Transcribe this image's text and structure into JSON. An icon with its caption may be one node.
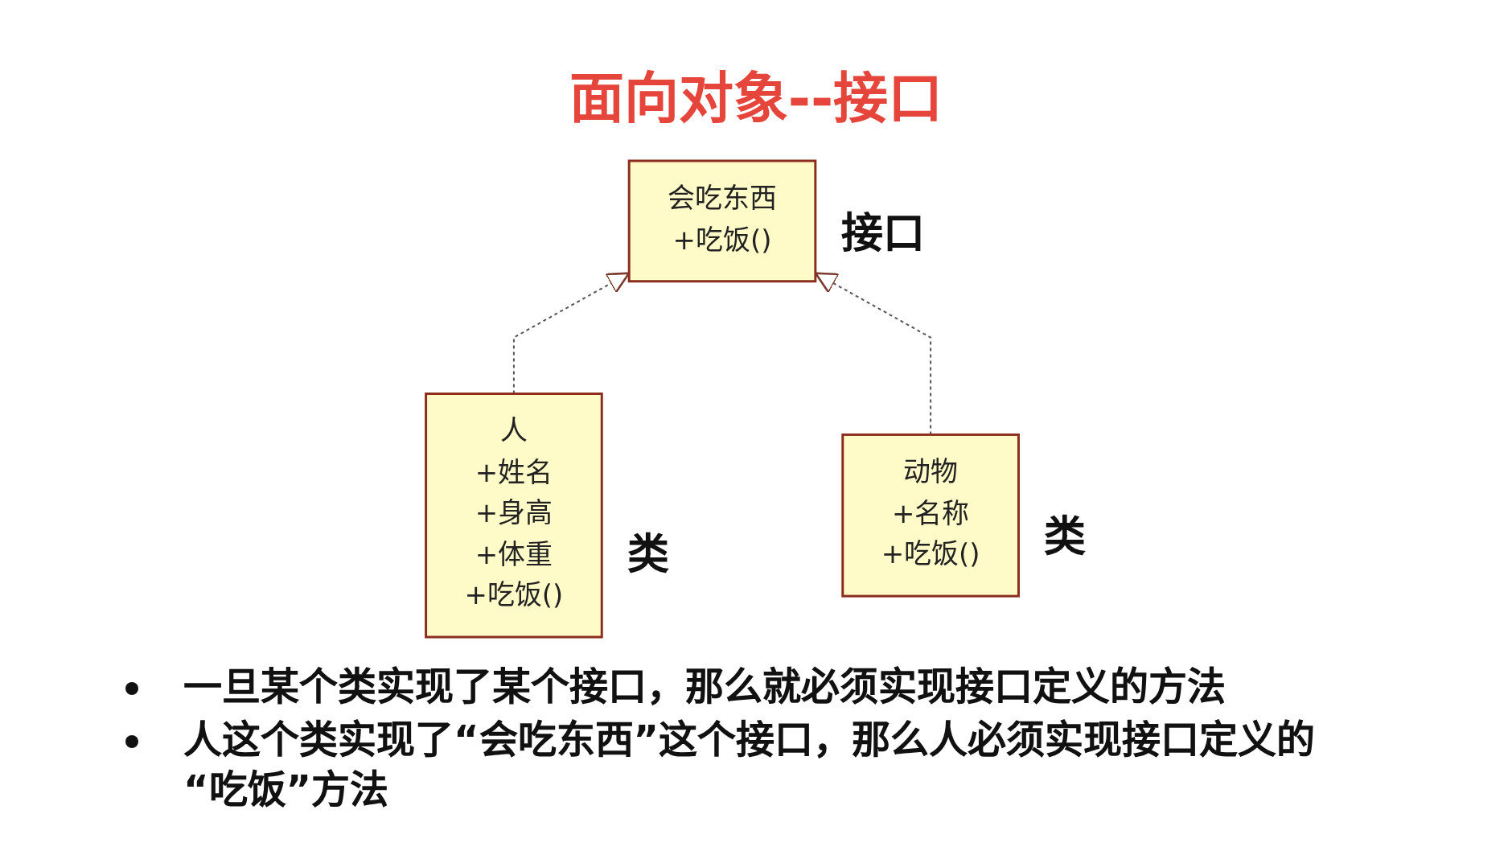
{
  "diagram": {
    "title": "面向对象--接口",
    "nodes": [
      {
        "text": [
          "会吃东西",
          "+吃饭()"
        ],
        "beside": [
          "接口"
        ]
      },
      {
        "text": [
          "人",
          "+姓名",
          "+身高",
          "+体重",
          "+吃饭()"
        ],
        "beside": [
          "类"
        ]
      },
      {
        "text": [
          "动物",
          "+名称",
          "+吃饭()"
        ],
        "beside": [
          "类"
        ]
      }
    ],
    "edges": [
      {
        "from": 1,
        "to": 0,
        "arrow": "to",
        "style": "dashed"
      },
      {
        "from": 2,
        "to": 0,
        "arrow": "to",
        "style": "dashed"
      }
    ],
    "labels": [
      "一旦某个类实现了某个接口，那么就必须实现接口定义的方法",
      "人这个类实现了“会吃东西”这个接口，那么人必须实现接口定义的“吃饭”方法"
    ]
  }
}
